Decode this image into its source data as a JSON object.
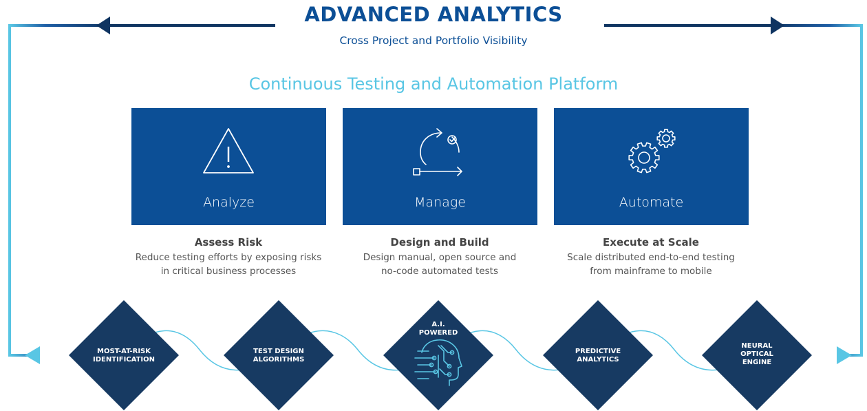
{
  "colors": {
    "navy": "#0f3461",
    "royal_blue": "#0c4f96",
    "cyan": "#59c6e4",
    "diamond": "#173a62",
    "desc_text": "#555555"
  },
  "header": {
    "title": "ADVANCED ANALYTICS",
    "subtitle": "Cross Project and Portfolio Visibility"
  },
  "platform": {
    "title": "Continuous Testing and Automation Platform"
  },
  "cards": [
    {
      "label": "Analyze",
      "icon": "warning-triangle-icon",
      "desc_title": "Assess Risk",
      "desc_lines": [
        "Reduce testing efforts by exposing risks",
        "in critical business processes"
      ]
    },
    {
      "label": "Manage",
      "icon": "cycle-flow-icon",
      "desc_title": "Design and Build",
      "desc_lines": [
        "Design manual, open source and",
        "no-code automated tests"
      ]
    },
    {
      "label": "Automate",
      "icon": "gears-icon",
      "desc_title": "Execute at Scale",
      "desc_lines": [
        "Scale distributed end-to-end testing",
        "from mainframe to mobile"
      ]
    }
  ],
  "diamonds": [
    {
      "lines": [
        "MOST-AT-RISK",
        "IDENTIFICATION"
      ]
    },
    {
      "lines": [
        "TEST DESIGN",
        "ALGORITHMS"
      ]
    },
    {
      "lines": [
        "A.I.",
        "POWERED"
      ],
      "icon": "ai-brain-head-icon"
    },
    {
      "lines": [
        "PREDICTIVE",
        "ANALYTICS"
      ]
    },
    {
      "lines": [
        "NEURAL",
        "OPTICAL",
        "ENGINE"
      ]
    }
  ]
}
